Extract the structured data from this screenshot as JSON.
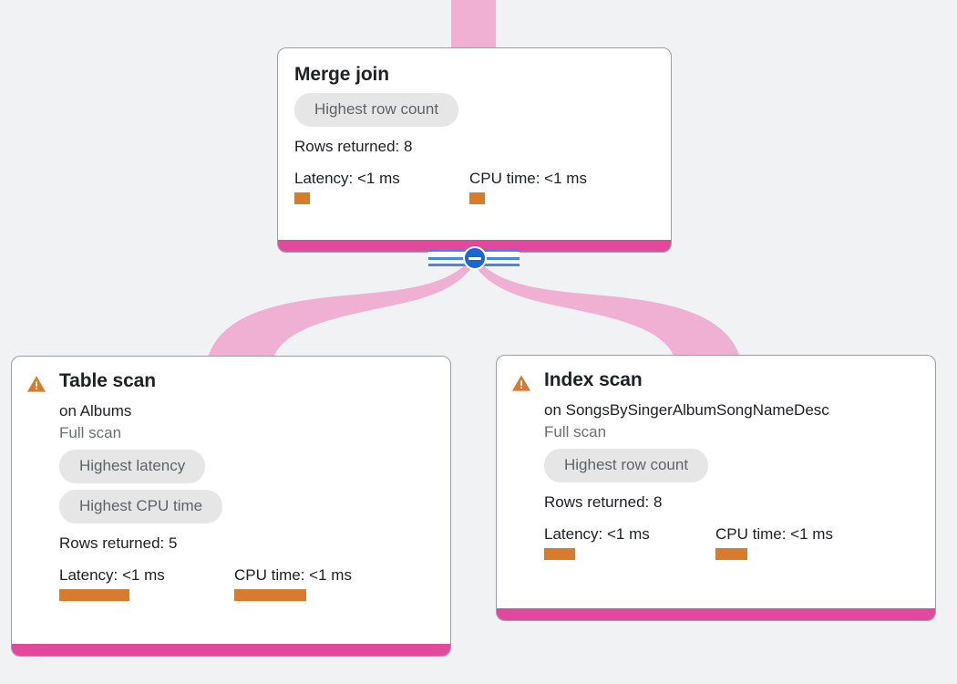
{
  "theme": {
    "background": "#f1f2f4",
    "card_background": "#ffffff",
    "card_border": "#9aa0a6",
    "accent_pink": "#e2489b",
    "edge_pink": "#efb0d4",
    "metric_orange": "#d87b2c",
    "pill_background": "#e6e6e6",
    "pill_text": "#5f6368",
    "toggle_blue": "#1967d2",
    "warning_orange": "#d87b2c"
  },
  "graph": {
    "toggle": {
      "name": "collapse-toggle",
      "state": "expanded",
      "glyph": "minus"
    },
    "incoming_edge": {
      "name": "edge-parent-to-merge-join"
    },
    "edges": [
      {
        "name": "edge-merge-join-to-table-scan",
        "from": "merge-join",
        "to": "table-scan"
      },
      {
        "name": "edge-merge-join-to-index-scan",
        "from": "merge-join",
        "to": "index-scan"
      }
    ]
  },
  "nodes": {
    "merge_join": {
      "title": "Merge join",
      "has_warning": false,
      "pills": [
        "Highest row count"
      ],
      "rows_returned": "Rows returned: 8",
      "metrics": [
        {
          "label": "Latency: <1 ms",
          "name": "latency"
        },
        {
          "label": "CPU time: <1 ms",
          "name": "cpu-time"
        }
      ]
    },
    "table_scan": {
      "title": "Table scan",
      "has_warning": true,
      "subtitle": "on Albums",
      "scan_type": "Full scan",
      "pills": [
        "Highest latency",
        "Highest CPU time"
      ],
      "rows_returned": "Rows returned: 5",
      "metrics": [
        {
          "label": "Latency: <1 ms",
          "name": "latency"
        },
        {
          "label": "CPU time: <1 ms",
          "name": "cpu-time"
        }
      ]
    },
    "index_scan": {
      "title": "Index scan",
      "has_warning": true,
      "subtitle": "on SongsBySingerAlbumSongNameDesc",
      "scan_type": "Full scan",
      "pills": [
        "Highest row count"
      ],
      "rows_returned": "Rows returned: 8",
      "metrics": [
        {
          "label": "Latency: <1 ms",
          "name": "latency"
        },
        {
          "label": "CPU time: <1 ms",
          "name": "cpu-time"
        }
      ]
    }
  }
}
